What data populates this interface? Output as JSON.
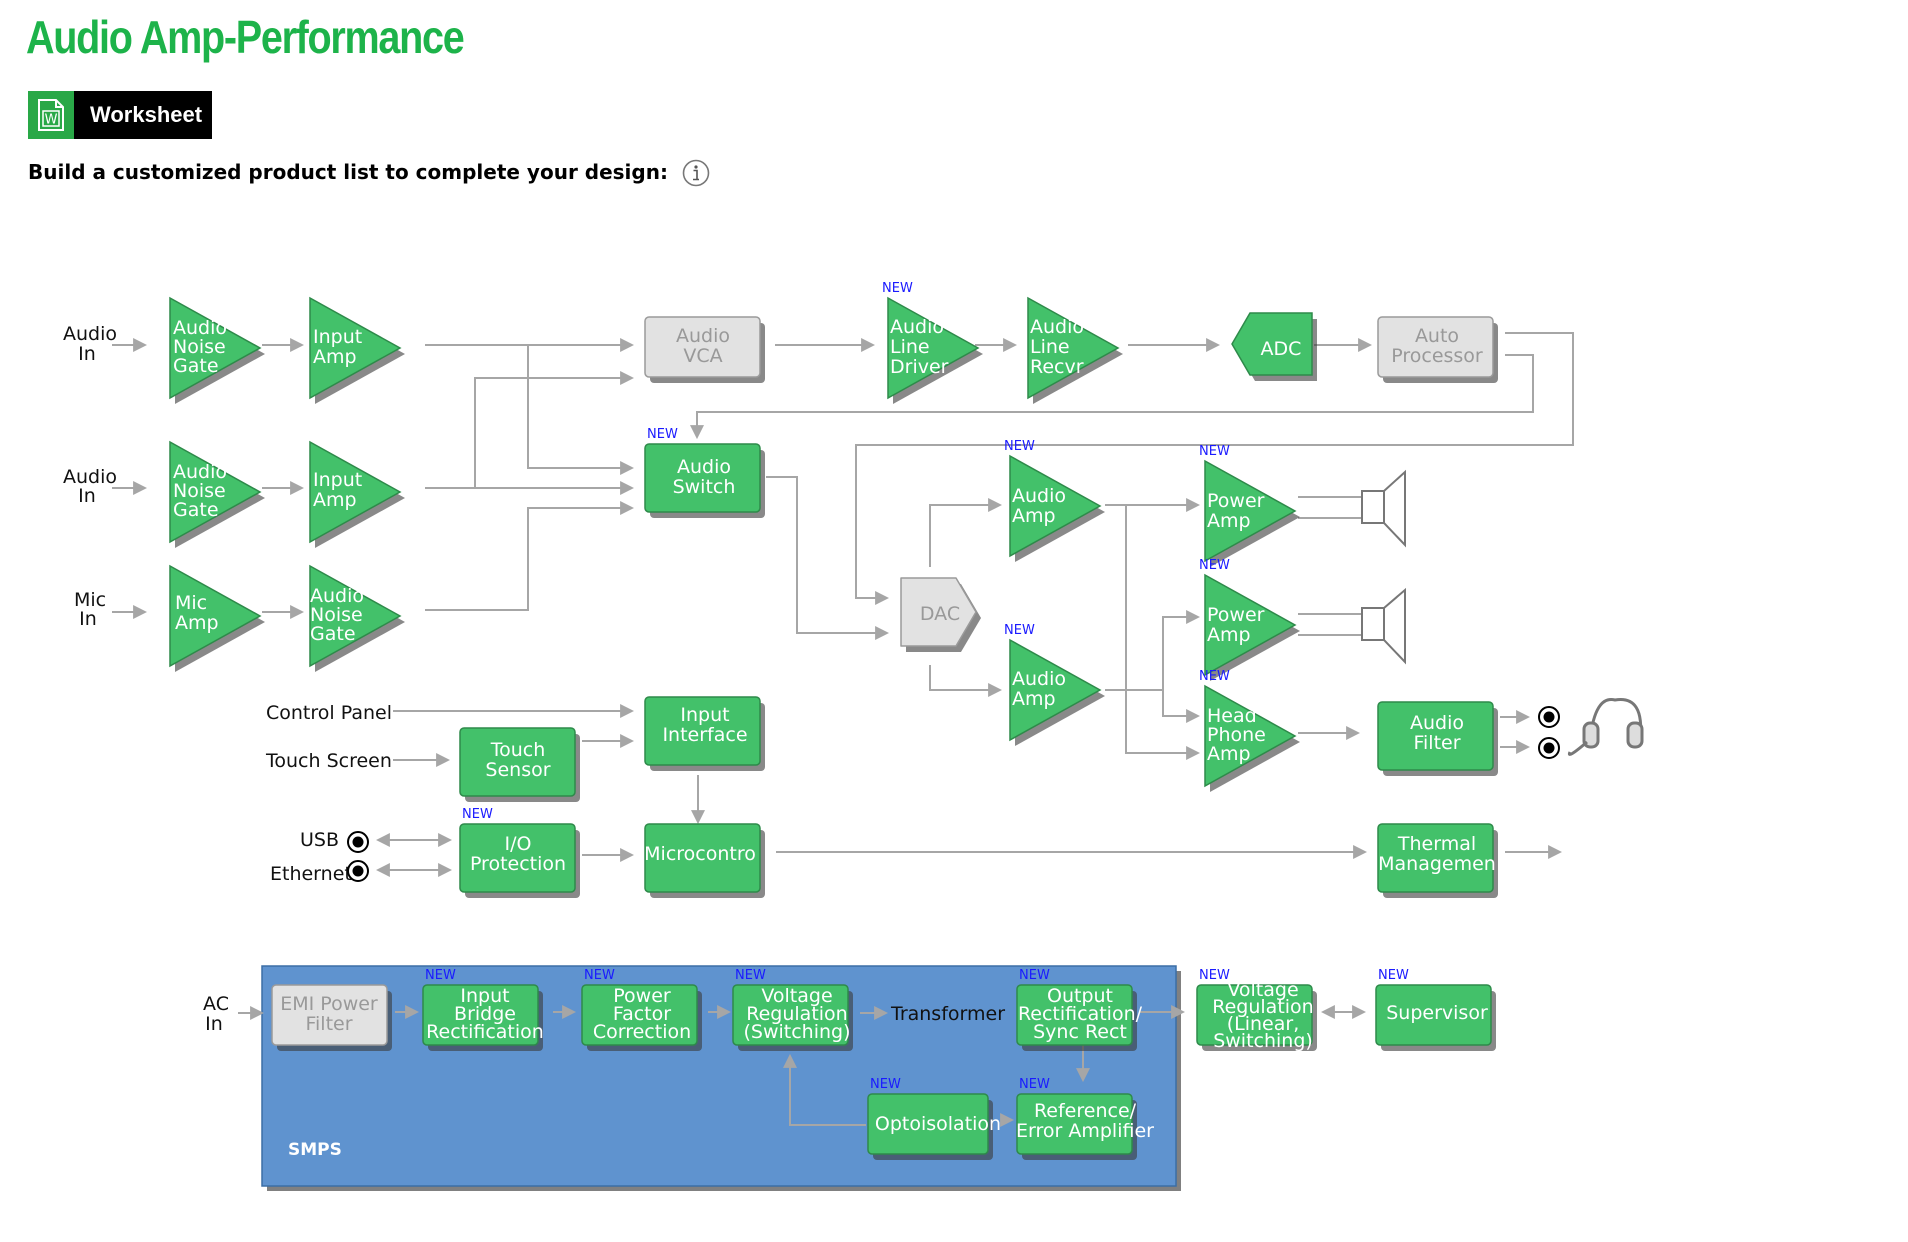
{
  "page": {
    "title": "Audio Amp-Performance",
    "worksheet_label": "Worksheet",
    "instructions": "Build a customized product list to complete your design:",
    "new_badge": "NEW"
  },
  "colors": {
    "title_green": "#1db34a",
    "block_green": "#43c16a",
    "block_gray": "#e2e2e2",
    "smps_blue": "#5f93cf",
    "new_badge": "#1a1aff",
    "wire": "#a6a6a6"
  },
  "icons": {
    "worksheet": "worksheet-document-icon",
    "info": "info-icon",
    "speaker": "speaker-icon",
    "headphones": "headphones-icon"
  },
  "diagram": {
    "inputs": {
      "audio_in_1": [
        "Audio",
        "In"
      ],
      "audio_in_2": [
        "Audio",
        "In"
      ],
      "mic_in": [
        "Mic",
        "In"
      ],
      "control_panel": "Control Panel",
      "touch_screen": "Touch Screen",
      "usb": "USB",
      "ethernet": "Ethernet",
      "ac_in": [
        "AC",
        "In"
      ],
      "transformer": "Transformer"
    },
    "blocks": {
      "noise_gate_1": {
        "lines": [
          "Audio",
          "Noise",
          "Gate"
        ]
      },
      "input_amp_1": {
        "lines": [
          "Input",
          "Amp"
        ]
      },
      "noise_gate_2": {
        "lines": [
          "Audio",
          "Noise",
          "Gate"
        ]
      },
      "input_amp_2": {
        "lines": [
          "Input",
          "Amp"
        ]
      },
      "mic_amp": {
        "lines": [
          "Mic",
          "Amp"
        ]
      },
      "noise_gate_3": {
        "lines": [
          "Audio",
          "Noise",
          "Gate"
        ]
      },
      "audio_vca": {
        "lines": [
          "Audio",
          "VCA"
        ]
      },
      "audio_line_driver": {
        "lines": [
          "Audio",
          "Line",
          "Driver"
        ],
        "is_new": true
      },
      "audio_line_recvr": {
        "lines": [
          "Audio",
          "Line",
          "Recvr"
        ]
      },
      "adc": {
        "lines": [
          "ADC"
        ]
      },
      "auto_processor": {
        "lines": [
          "Auto",
          "Processor"
        ]
      },
      "audio_switch": {
        "lines": [
          "Audio",
          "Switch"
        ],
        "is_new": true
      },
      "audio_amp_1": {
        "lines": [
          "Audio",
          "Amp"
        ],
        "is_new": true
      },
      "power_amp_1": {
        "lines": [
          "Power",
          "Amp"
        ],
        "is_new": true
      },
      "dac": {
        "lines": [
          "DAC"
        ]
      },
      "power_amp_2": {
        "lines": [
          "Power",
          "Amp"
        ],
        "is_new": true
      },
      "audio_amp_2": {
        "lines": [
          "Audio",
          "Amp"
        ],
        "is_new": true
      },
      "headphone_amp": {
        "lines": [
          "Head",
          "Phone",
          "Amp"
        ],
        "is_new": true
      },
      "audio_filter": {
        "lines": [
          "Audio",
          "Filter"
        ]
      },
      "input_interface": {
        "lines": [
          "Input",
          "Interface"
        ]
      },
      "touch_sensor": {
        "lines": [
          "Touch",
          "Sensor"
        ]
      },
      "io_protection": {
        "lines": [
          "I/O",
          "Protection"
        ],
        "is_new": true
      },
      "microcontroller": {
        "lines": [
          "Microcontro"
        ]
      },
      "thermal_management": {
        "lines": [
          "Thermal",
          "Managemen"
        ]
      },
      "emi_power_filter": {
        "lines": [
          "EMI Power",
          "Filter"
        ]
      },
      "input_bridge_rectification": {
        "lines": [
          "Input",
          "Bridge",
          "Rectification"
        ],
        "is_new": true
      },
      "power_factor_correction": {
        "lines": [
          "Power",
          "Factor",
          "Correction"
        ],
        "is_new": true
      },
      "voltage_regulation_switching": {
        "lines": [
          "Voltage",
          "Regulation",
          "(Switching)"
        ],
        "is_new": true
      },
      "output_rectification": {
        "lines": [
          "Output",
          "Rectification/",
          "Sync Rect"
        ],
        "is_new": true
      },
      "optoisolation": {
        "lines": [
          "Optoisolation"
        ],
        "is_new": true
      },
      "reference_error_amplifier": {
        "lines": [
          "Reference/",
          "Error Amplifier"
        ],
        "is_new": true
      },
      "voltage_regulation_linear": {
        "lines": [
          "Voltage",
          "Regulation",
          "(Linear,",
          "Switching)"
        ],
        "is_new": true
      },
      "supervisor": {
        "lines": [
          "Supervisor"
        ],
        "is_new": true
      }
    },
    "smps_label": "SMPS"
  }
}
